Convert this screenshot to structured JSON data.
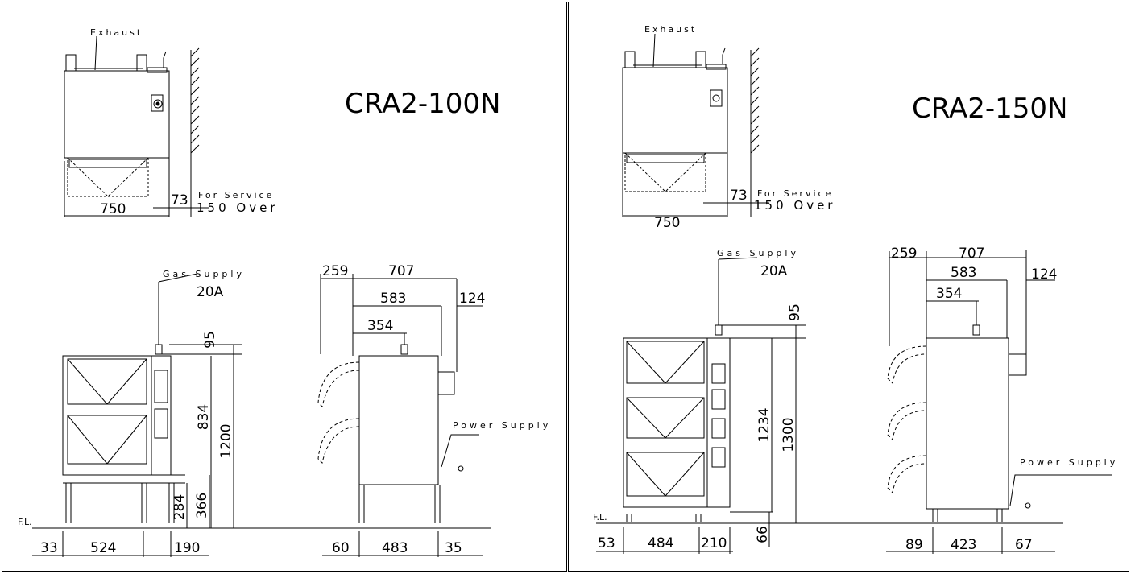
{
  "left_panel": {
    "model": "CRA2-100N",
    "exhaust": "Exhaust",
    "top_dims": [
      "73",
      "750"
    ],
    "service_line1": "For Service",
    "service_line2": "150 Over",
    "gas_supply": "Gas Supply",
    "gas_size": "20A",
    "front_dims": [
      "95",
      "834",
      "1200",
      "284",
      "366",
      "33",
      "524",
      "190"
    ],
    "side_dims": [
      "259",
      "707",
      "583",
      "124",
      "354",
      "60",
      "483",
      "35"
    ],
    "power_supply": "Power Supply",
    "floor_level": "F.L."
  },
  "right_panel": {
    "model": "CRA2-150N",
    "exhaust": "Exhaust",
    "top_dims": [
      "73",
      "750"
    ],
    "service_line1": "For Service",
    "service_line2": "150 Over",
    "gas_supply": "Gas Supply",
    "gas_size": "20A",
    "front_dims": [
      "95",
      "1234",
      "1300",
      "66",
      "53",
      "484",
      "210"
    ],
    "side_dims": [
      "259",
      "707",
      "583",
      "124",
      "354",
      "89",
      "423",
      "67"
    ],
    "power_supply": "Power Supply",
    "floor_level": "F.L."
  }
}
